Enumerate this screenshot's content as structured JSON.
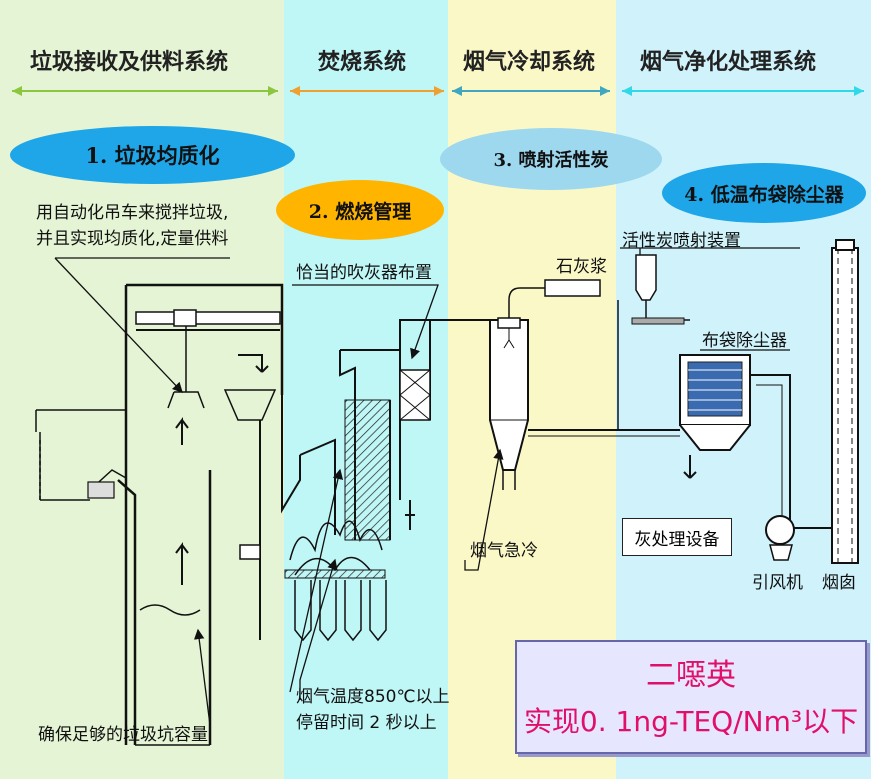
{
  "headers": [
    "垃圾接收及供料系统",
    "焚烧系统",
    "烟气冷却系统",
    "烟气净化处理系统"
  ],
  "steps": [
    "1. 垃圾均质化",
    "2. 燃烧管理",
    "3. 喷射活性炭",
    "4. 低温布袋除尘器"
  ],
  "labels": {
    "crane_line1": "用自动化吊车来搅拌垃圾,",
    "crane_line2": "并且实现均质化,定量供料",
    "soot_blower": "恰当的吹灰器布置",
    "lime_slurry": "石灰浆",
    "carbon_injector": "活性炭喷射装置",
    "bag_filter": "布袋除尘器",
    "ash_treatment": "灰处理设备",
    "fan": "引风机",
    "chimney": "烟囱",
    "quench": "烟气急冷",
    "gas_temp_line1": "烟气温度850℃以上",
    "gas_temp_line2": "停留时间 2 秒以上",
    "pit_capacity": "确保足够的垃圾坑容量"
  },
  "dioxin": {
    "title": "二噁英",
    "target": "实现0. 1ng-TEQ/Nm³以下"
  },
  "colors": {
    "band1": "#e4f4d4",
    "band2": "#bff6f6",
    "band3": "#fbf8c8",
    "band4": "#cff2fb",
    "oval_blue": "#1ea6e8",
    "oval_orange": "#ffb400",
    "oval_lightblue": "#9dd8ef",
    "dioxin_text": "#e0106a"
  }
}
